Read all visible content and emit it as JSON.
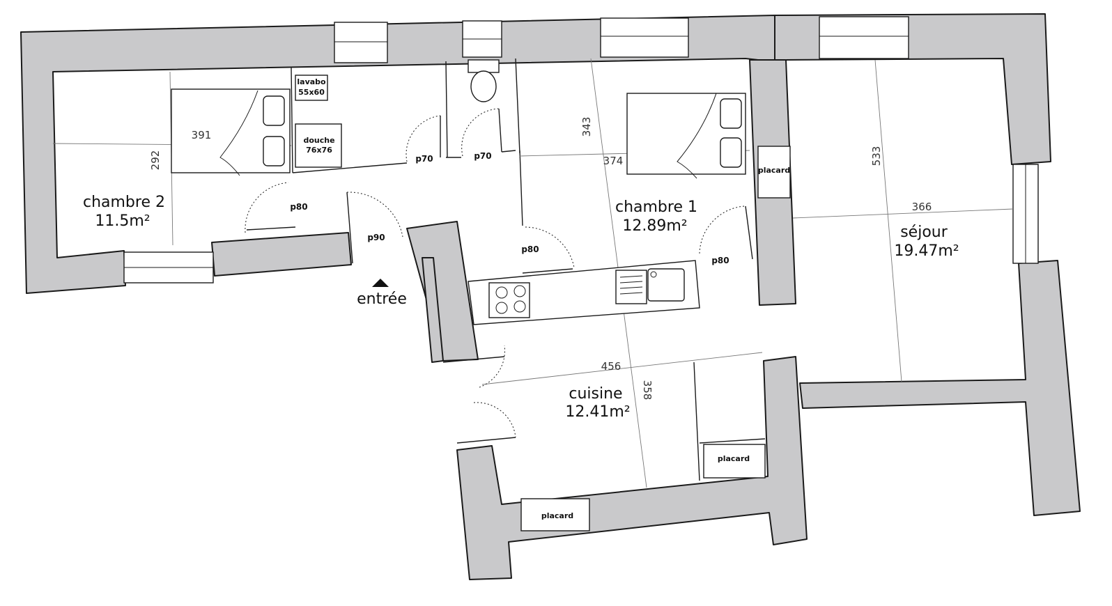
{
  "rooms": {
    "chambre2": {
      "name": "chambre 2",
      "area": "11.5m²",
      "dim_w": "391",
      "dim_h": "292"
    },
    "chambre1": {
      "name": "chambre 1",
      "area": "12.89m²",
      "dim_w": "374",
      "dim_h": "343"
    },
    "sejour": {
      "name": "séjour",
      "area": "19.47m²",
      "dim_w": "366",
      "dim_h": "533"
    },
    "cuisine": {
      "name": "cuisine",
      "area": "12.41m²",
      "dim_w": "456",
      "dim_h": "358"
    }
  },
  "fixtures": {
    "lavabo": {
      "name": "lavabo",
      "size": "55x60"
    },
    "douche": {
      "name": "douche",
      "size": "76x76"
    },
    "placard_chambre1": "placard",
    "placard_cuisine": "placard",
    "placard_bottom": "placard"
  },
  "doors": {
    "bath": "p70",
    "wc": "p70",
    "chambre2": "p80",
    "entrance": "p90",
    "kitchen_passage": "p80",
    "chambre1": "p80"
  },
  "entrance_label": "entrée"
}
